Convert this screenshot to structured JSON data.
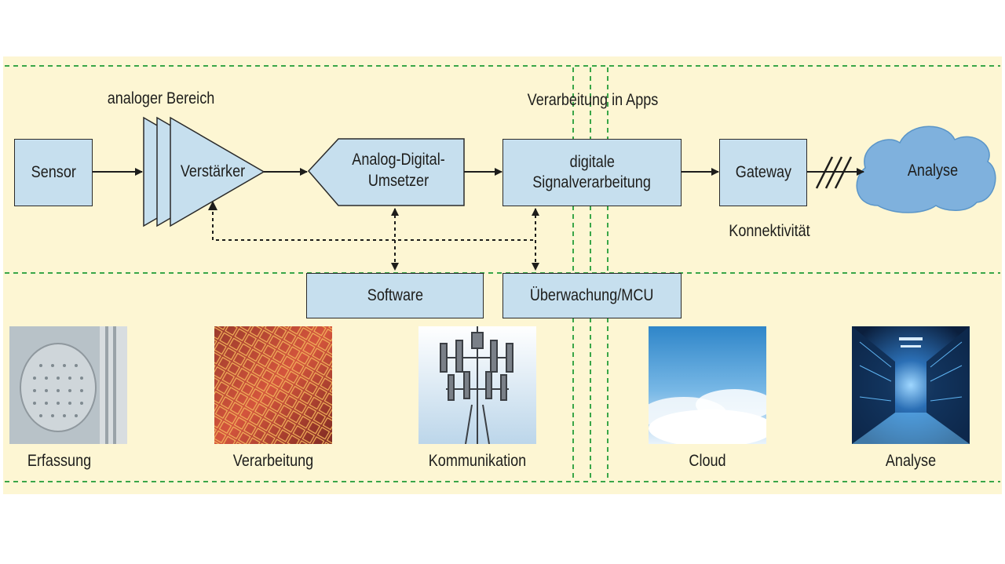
{
  "colors": {
    "panel_bg": "#fdf6d3",
    "box_fill": "#c6dfee",
    "cloud_fill": "#7fb1dd",
    "dashed_divider": "#3aa648",
    "arrow": "#1d1d1b"
  },
  "labels": {
    "analog_area": "analoger Bereich",
    "processing_in_apps": "Verarbeitung in Apps",
    "connectivity": "Konnektivität"
  },
  "blocks": {
    "sensor": "Sensor",
    "amplifier": "Verstärker",
    "adc_line1": "Analog-Digital-",
    "adc_line2": "Umsetzer",
    "dsp_line1": "digitale",
    "dsp_line2": "Signalverarbeitung",
    "gateway": "Gateway",
    "analysis_cloud": "Analyse",
    "software": "Software",
    "monitoring": "Überwachung/MCU"
  },
  "photos": [
    {
      "icon": "sensor-chip-photo",
      "caption": "Erfassung"
    },
    {
      "icon": "silicon-wafer-photo",
      "caption": "Verarbeitung"
    },
    {
      "icon": "cell-tower-photo",
      "caption": "Kommunikation"
    },
    {
      "icon": "sky-clouds-photo",
      "caption": "Cloud"
    },
    {
      "icon": "server-room-photo",
      "caption": "Analyse"
    }
  ]
}
